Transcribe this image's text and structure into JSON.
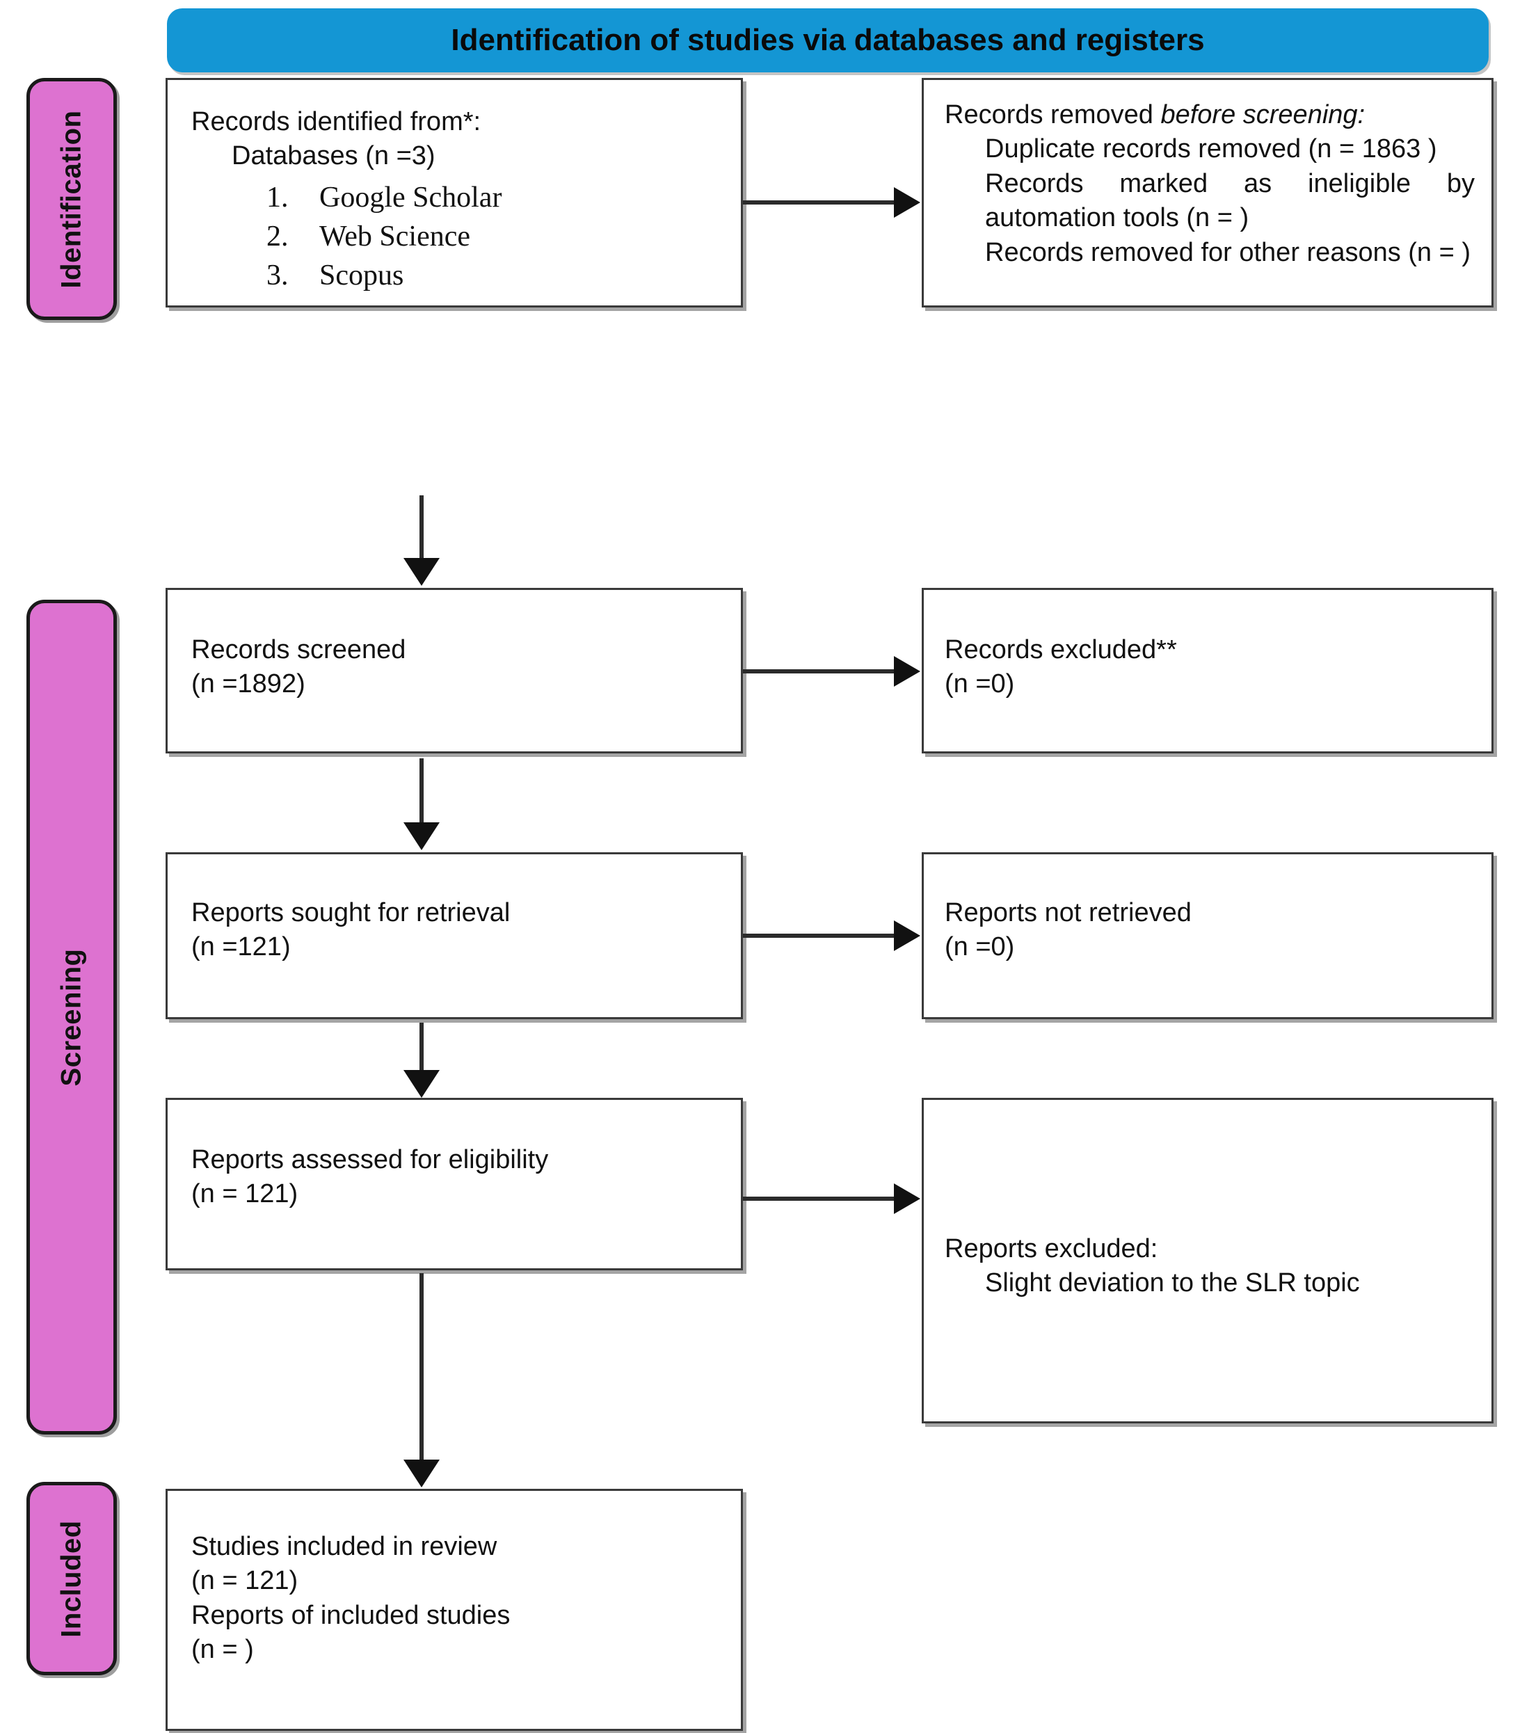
{
  "banner": {
    "title": "Identification of studies via databases and registers",
    "color": "#1496D4"
  },
  "phases": {
    "color": "#DD72D0",
    "identification": "Identification",
    "screening": "Screening",
    "included": "Included"
  },
  "boxes": {
    "records_identified": {
      "line1": "Records identified from*:",
      "line2": "Databases (n =3)",
      "sources": [
        "Google Scholar",
        "Web Science",
        "Scopus"
      ]
    },
    "records_removed": {
      "line1": "Records removed ",
      "line1_italic": "before screening",
      "line1_tail": ":",
      "item1": "Duplicate records removed (n = 1863 )",
      "item2": "Records marked as ineligible by automation tools (n = )",
      "item3": "Records removed for other reasons (n = )"
    },
    "records_screened": {
      "line1": "Records screened",
      "line2": "(n =1892)"
    },
    "records_excluded": {
      "line1": "Records excluded**",
      "line2": "(n =0)"
    },
    "reports_sought": {
      "line1": "Reports sought for retrieval",
      "line2": "(n =121)"
    },
    "reports_not_retrieved": {
      "line1": "Reports not retrieved",
      "line2": "(n =0)"
    },
    "reports_assessed": {
      "line1": "Reports assessed for eligibility",
      "line2": "(n = 121)"
    },
    "reports_excluded": {
      "line1": "Reports excluded:",
      "item1": "Slight deviation to the SLR topic"
    },
    "studies_included": {
      "line1": "Studies included in review",
      "line2": "(n = 121)",
      "line3": "Reports of included studies",
      "line4": "(n = )"
    }
  }
}
